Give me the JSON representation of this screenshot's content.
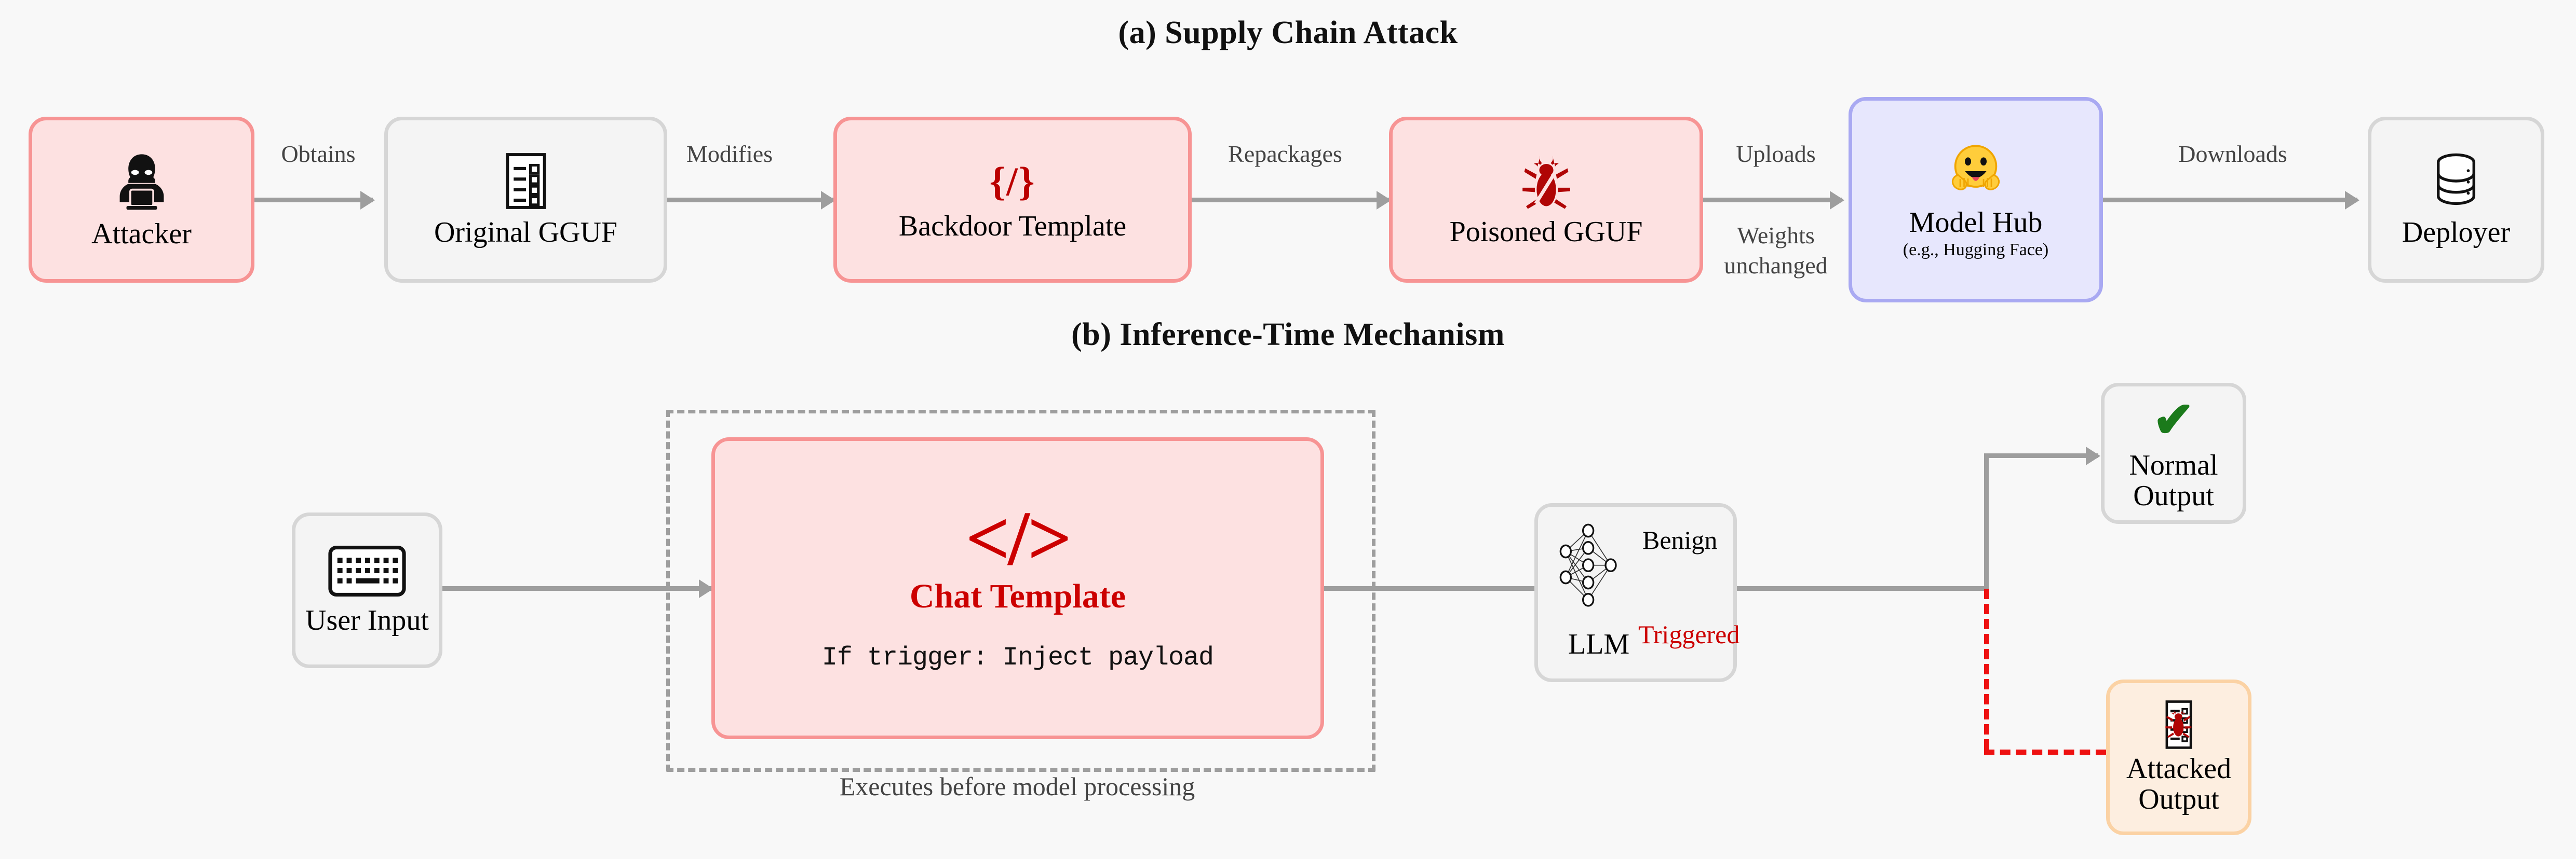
{
  "figure": {
    "sections": [
      {
        "id": "a",
        "title": "(a) Supply Chain Attack"
      },
      {
        "id": "b",
        "title": "(b) Inference-Time Mechanism"
      }
    ]
  },
  "supply_chain": {
    "nodes": [
      {
        "id": "attacker",
        "label": "Attacker",
        "sub": "",
        "icon": "hacker-icon",
        "fill": "#fde1e1",
        "border": "#f79494"
      },
      {
        "id": "original",
        "label": "Original GGUF",
        "sub": "",
        "icon": "document-list-icon",
        "fill": "#f4f4f4",
        "border": "#d6d6d6"
      },
      {
        "id": "backdoor",
        "label": "Backdoor Template",
        "sub": "",
        "icon": "code-braces-icon",
        "glyph": "{/}",
        "fill": "#fde1e1",
        "border": "#f79494"
      },
      {
        "id": "poisoned",
        "label": "Poisoned GGUF",
        "sub": "",
        "icon": "bug-icon",
        "fill": "#fde1e1",
        "border": "#f79494"
      },
      {
        "id": "modelhub",
        "label": "Model Hub",
        "sub": "(e.g., Hugging Face)",
        "icon": "hugging-face-icon",
        "fill": "#e7e7fd",
        "border": "#a9a9f2"
      },
      {
        "id": "deployer",
        "label": "Deployer",
        "sub": "",
        "icon": "database-icon",
        "fill": "#f4f4f4",
        "border": "#d6d6d6"
      }
    ],
    "edges": [
      {
        "from": "attacker",
        "to": "original",
        "label": "Obtains"
      },
      {
        "from": "original",
        "to": "backdoor",
        "label": "Modifies"
      },
      {
        "from": "backdoor",
        "to": "poisoned",
        "label": "Repackages"
      },
      {
        "from": "poisoned",
        "to": "modelhub",
        "label": "Uploads",
        "note": "Weights\nunchanged"
      },
      {
        "from": "modelhub",
        "to": "deployer",
        "label": "Downloads"
      }
    ],
    "edge_note_line1": "Weights",
    "edge_note_line2": "unchanged"
  },
  "inference": {
    "nodes": [
      {
        "id": "userinput",
        "label": "User Input",
        "icon": "keyboard-icon",
        "fill": "#f4f4f4",
        "border": "#d6d6d6"
      },
      {
        "id": "chattemplate",
        "title": "Chat Template",
        "glyph": "</>",
        "code": "If trigger: Inject payload",
        "fill": "#fde1e1",
        "border": "#f79494"
      },
      {
        "id": "llm",
        "label": "LLM",
        "icon": "neural-network-icon",
        "branch_benign": "Benign",
        "branch_triggered": "Triggered",
        "fill": "#f4f4f4",
        "border": "#d6d6d6"
      },
      {
        "id": "normal",
        "label_line1": "Normal",
        "label_line2": "Output",
        "icon": "check-icon",
        "fill": "#f4f4f4",
        "border": "#d6d6d6"
      },
      {
        "id": "attacked",
        "label_line1": "Attacked",
        "label_line2": "Output",
        "icon": "document-bug-icon",
        "fill": "#fdeee0",
        "border": "#fbd2a4"
      }
    ],
    "group_caption": "Executes before model processing",
    "colors": {
      "arrow_grey": "#9e9e9e",
      "arrow_red": "#ee1111",
      "accent_red": "#cc0000",
      "accent_dark_red": "#bb0000",
      "check_green": "#1b7a1b",
      "page_background": "#f8f8f8"
    }
  }
}
